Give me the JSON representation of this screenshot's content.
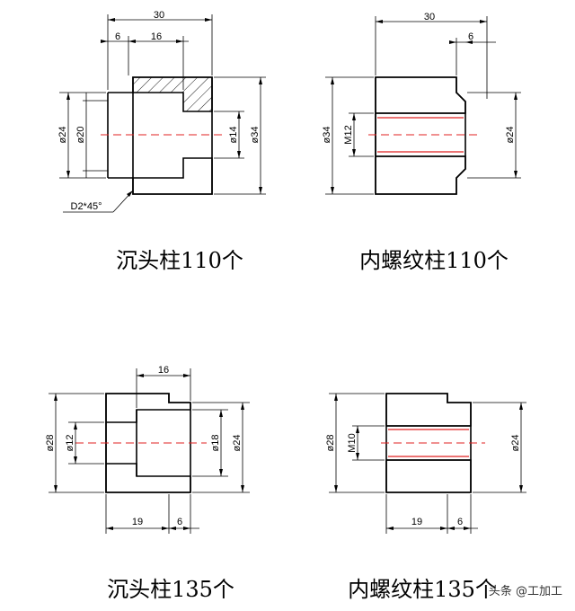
{
  "parts": [
    {
      "caption": "沉头柱110个",
      "dims": {
        "length": "30",
        "counterbore_depth": "6",
        "bore_length": "16",
        "outer_left": "ø24",
        "counterbore_dia": "ø20",
        "bore_dia": "ø14",
        "outer_right": "ø34",
        "chamfer": "D2*45°"
      }
    },
    {
      "caption": "内螺纹柱110个",
      "dims": {
        "length": "30",
        "step": "6",
        "outer_left": "ø34",
        "thread": "M12",
        "outer_right": "ø24"
      }
    },
    {
      "caption": "沉头柱135个",
      "dims": {
        "top_length": "16",
        "outer_left": "ø28",
        "bore_dia": "ø12",
        "counterbore_dia": "ø18",
        "outer_right": "ø24",
        "body_length": "19",
        "step": "6"
      }
    },
    {
      "caption": "内螺纹柱135个",
      "dims": {
        "outer_left": "ø28",
        "thread": "M10",
        "outer_right": "ø24",
        "body_length": "19",
        "step": "6"
      }
    }
  ],
  "watermark": "头条 @工加工",
  "colors": {
    "outline": "#000000",
    "centerline": "#e02020"
  }
}
